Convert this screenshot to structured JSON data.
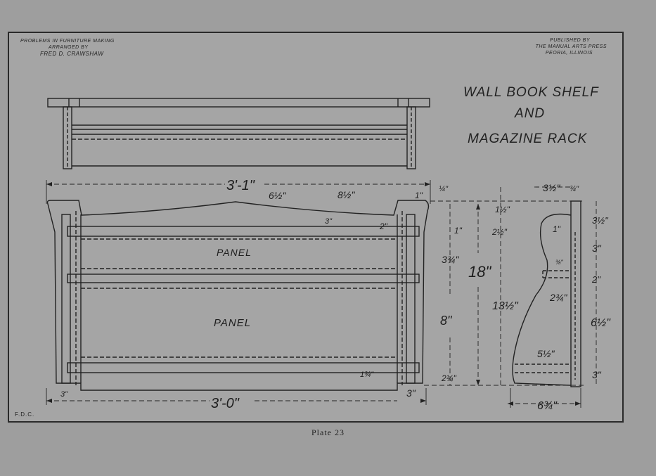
{
  "header": {
    "left": [
      "Problems in Furniture Making",
      "Arranged by",
      "Fred D. Crawshaw"
    ],
    "right": [
      "Published by",
      "The Manual Arts Press",
      "Peoria, Illinois"
    ]
  },
  "title": [
    "Wall Book Shelf",
    "and",
    "Magazine Rack"
  ],
  "panels": [
    "PANEL",
    "PANEL"
  ],
  "dimensions": {
    "top_width": "3'-1\"",
    "curve_left": "6½\"",
    "curve_right": "8½\"",
    "corner": "1\"",
    "thick": "¼\"",
    "bottom_width": "3'-0\"",
    "leg_bottom_left": "3\"",
    "leg_bottom_right": "3\"",
    "curve_drop": "3\"",
    "rail_small": "2\"",
    "rail_lower": "1¾\"",
    "gap_top": "1\"",
    "panel_top": "3¾\"",
    "panel_low": "8\"",
    "base": "2¼\"",
    "height": "18\"",
    "side_top": "1½\"",
    "side_mid1": "2½\"",
    "side_mid2": "13½\"",
    "side_top_width": "3½\"",
    "side_top_width2": "¾\"",
    "side_small1": "1\"",
    "side_small2": "⅜\"",
    "shelf_depth": "2¾\"",
    "shelf_bottom": "5½\"",
    "total_depth": "6¾\"",
    "right_1": "3½\"",
    "right_2": "3\"",
    "right_3": "2\"",
    "right_4": "6½\"",
    "right_5": "3\""
  },
  "initials": "F.D.C.",
  "caption": "Plate 23"
}
